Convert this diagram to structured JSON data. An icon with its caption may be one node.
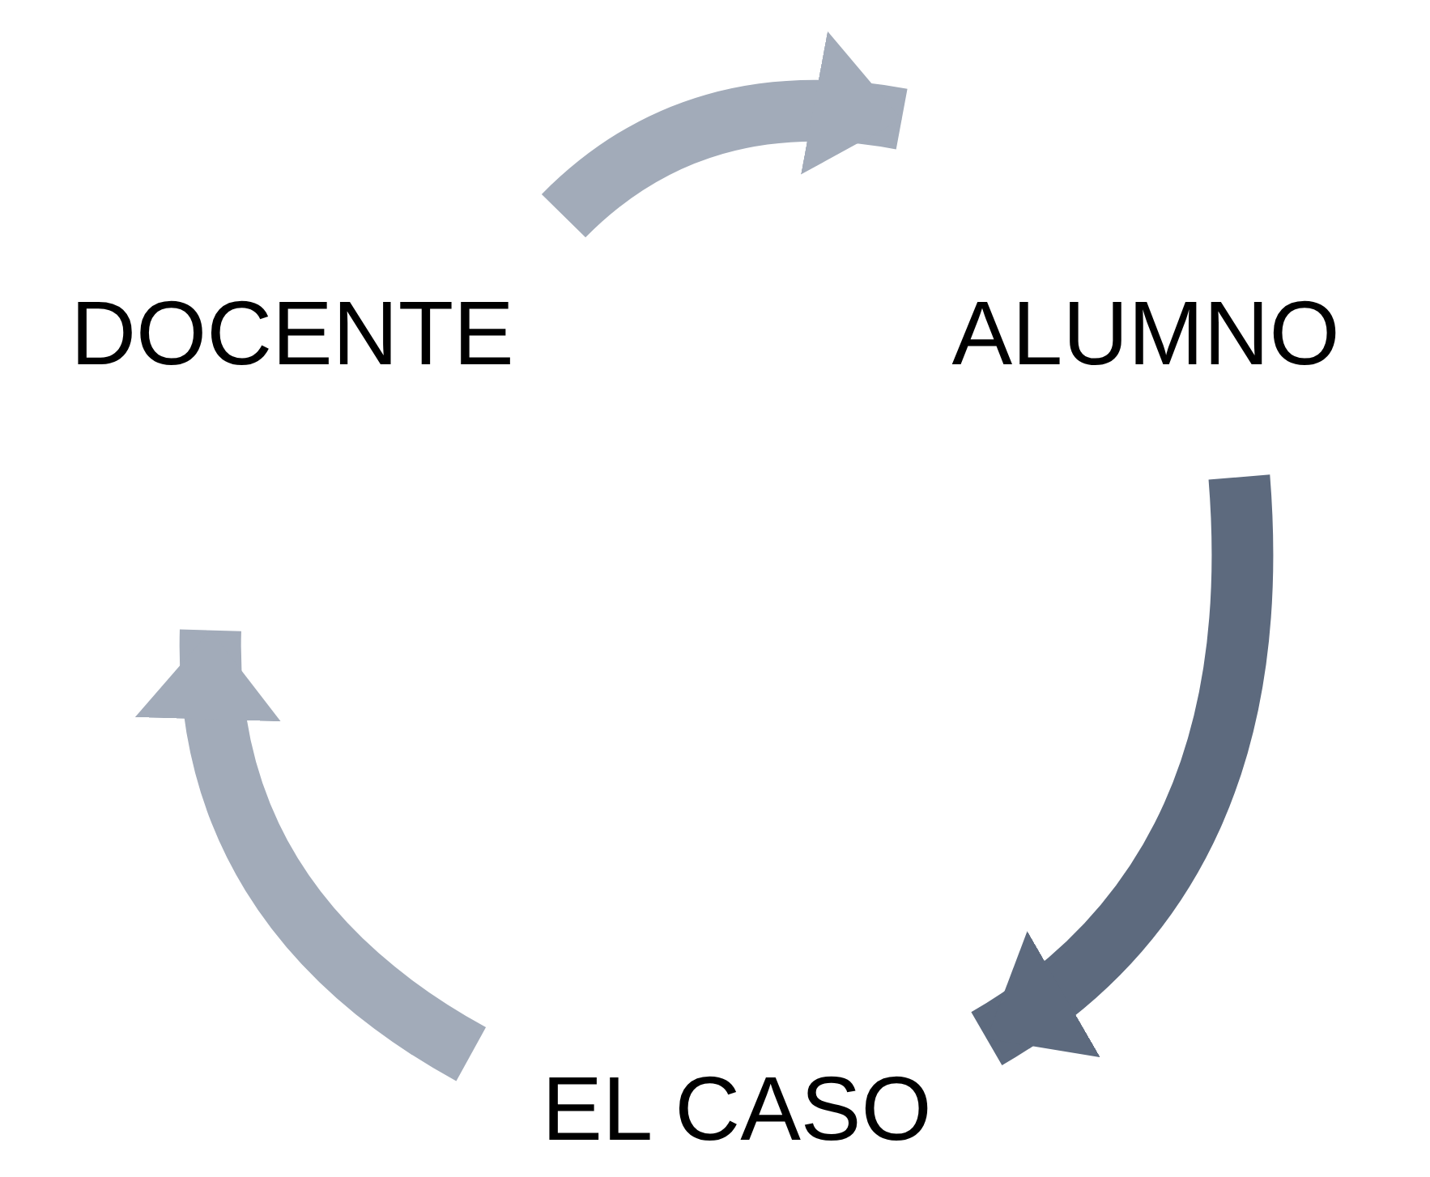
{
  "diagram": {
    "nodes": [
      {
        "text": [
          "DOCENTE"
        ]
      },
      {
        "text": [
          "ALUMNO"
        ]
      },
      {
        "text": [
          "EL CASO"
        ]
      }
    ],
    "edges": [
      {
        "from": 0,
        "to": 1,
        "arrow": "to"
      },
      {
        "from": 1,
        "to": 2,
        "arrow": "to",
        "color": "#5d6a7e"
      },
      {
        "from": 2,
        "to": 0,
        "arrow": "to"
      }
    ]
  }
}
